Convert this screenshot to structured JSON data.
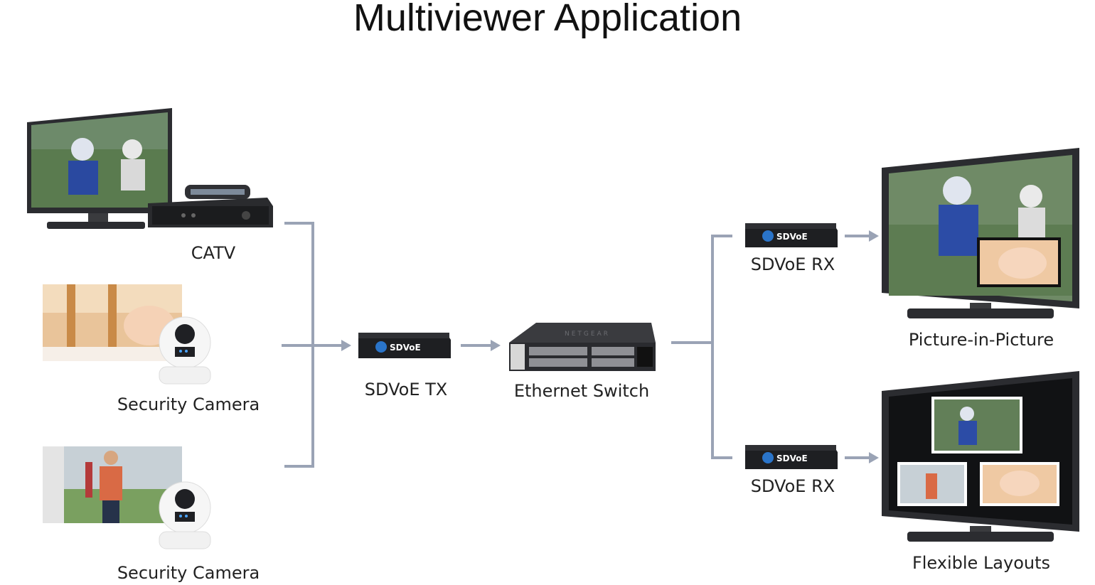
{
  "title": "Multiviewer Application",
  "sources": {
    "catv": "CATV",
    "camera1": "Security Camera",
    "camera2": "Security Camera"
  },
  "transmitter": {
    "label": "SDVoE TX",
    "badge": "SDVoE"
  },
  "switch": {
    "label": "Ethernet Switch",
    "brand": "NETGEAR"
  },
  "receivers": [
    {
      "label": "SDVoE RX",
      "badge": "SDVoE"
    },
    {
      "label": "SDVoE RX",
      "badge": "SDVoE"
    }
  ],
  "outputs": {
    "pip": "Picture-in-Picture",
    "flex": "Flexible Layouts"
  },
  "colors": {
    "connector": "#9aa3b5",
    "device": "#1e1f22",
    "badge": "#2a74c9"
  }
}
